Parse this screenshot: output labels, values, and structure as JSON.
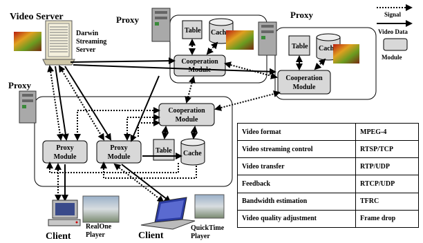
{
  "labels": {
    "video_server": "Video Server",
    "darwin": [
      "Darwin",
      "Streaming",
      "Server"
    ],
    "proxy": "Proxy",
    "client": "Client",
    "realone": [
      "RealOne",
      "Player"
    ],
    "quicktime": [
      "QuickTime",
      "Player"
    ]
  },
  "modules": {
    "table": "Table",
    "cache": "Cache",
    "cooperation": [
      "Cooperation",
      "Module"
    ],
    "proxy_module": [
      "Proxy",
      "Module"
    ]
  },
  "legend": {
    "signal": "Signal",
    "video_data": "Video Data",
    "module": "Module"
  },
  "spec_table": {
    "rows": [
      {
        "feature": "Video format",
        "value": "MPEG-4"
      },
      {
        "feature": "Video streaming control",
        "value": "RTSP/TCP"
      },
      {
        "feature": "Video transfer",
        "value": "RTP/UDP"
      },
      {
        "feature": "Feedback",
        "value": "RTCP/UDP"
      },
      {
        "feature": "Bandwidth estimation",
        "value": "TFRC"
      },
      {
        "feature": "Video quality adjustment",
        "value": "Frame drop"
      }
    ]
  },
  "colors": {
    "module_fill": "#d8d8d8",
    "server_fill": "#a9a9a9",
    "server_beige": "#e9e3c8",
    "arrow": "#000000"
  }
}
